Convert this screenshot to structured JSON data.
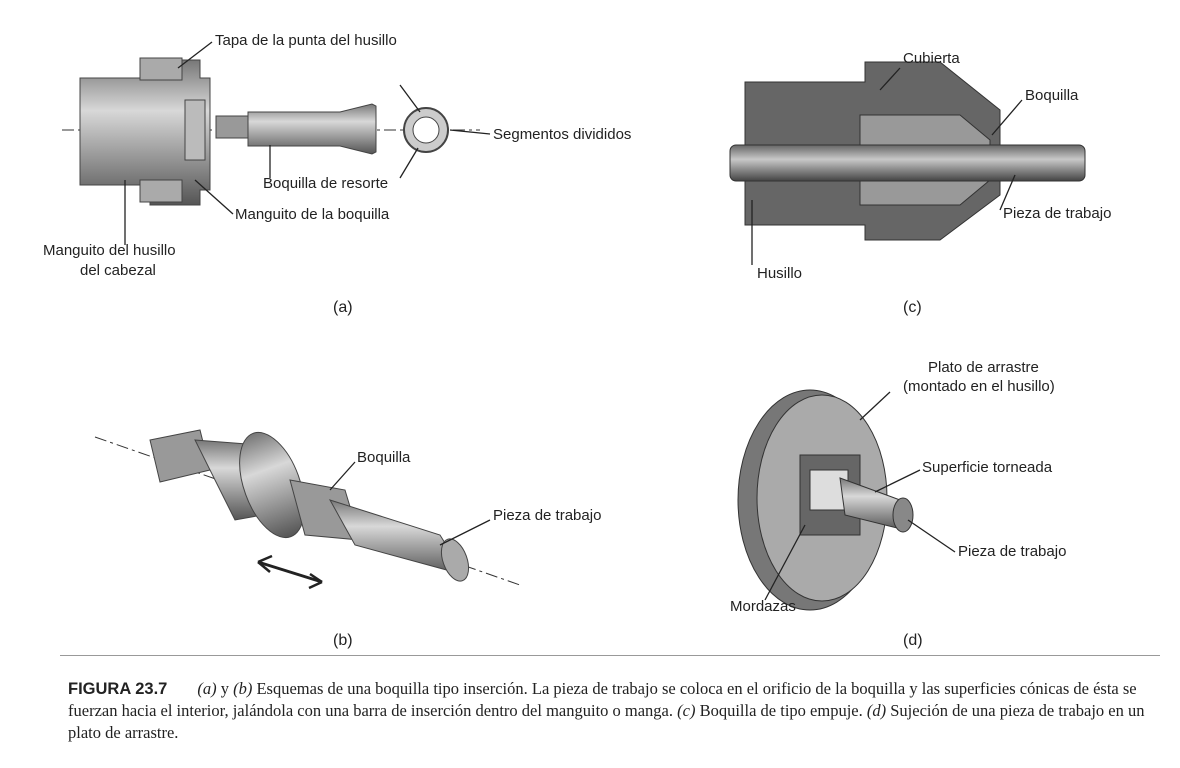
{
  "panel_a": {
    "labels": {
      "cap": "Tapa de la punta del husillo",
      "segments": "Segmentos divididos",
      "spring_collet": "Boquilla de resorte",
      "collet_sleeve": "Manguito de la boquilla",
      "spindle_sleeve_1": "Manguito del husillo",
      "spindle_sleeve_2": "del cabezal"
    },
    "tag": "(a)"
  },
  "panel_b": {
    "labels": {
      "collet": "Boquilla",
      "workpiece": "Pieza de trabajo"
    },
    "tag": "(b)"
  },
  "panel_c": {
    "labels": {
      "cover": "Cubierta",
      "collet": "Boquilla",
      "workpiece": "Pieza de trabajo",
      "spindle": "Husillo"
    },
    "tag": "(c)"
  },
  "panel_d": {
    "labels": {
      "faceplate_1": "Plato de arrastre",
      "faceplate_2": "(montado en el husillo)",
      "turned_surface": "Superficie torneada",
      "workpiece": "Pieza de trabajo",
      "jaws": "Mordazas"
    },
    "tag": "(d)"
  },
  "caption": {
    "figure": "FIGURA 23.7",
    "a": "(a)",
    "y": " y ",
    "b": "(b)",
    "text1": " Esquemas de una boquilla tipo inserción. La pieza de trabajo se coloca en el orificio de la boquilla y las superficies cónicas de ésta se fuerzan hacia el interior, jalándola con una barra de inserción dentro del manguito o manga. ",
    "c": "(c)",
    "text2": " Boquilla de tipo empuje. ",
    "d": "(d)",
    "text3": " Sujeción de una pieza de trabajo en un plato de arrastre."
  }
}
